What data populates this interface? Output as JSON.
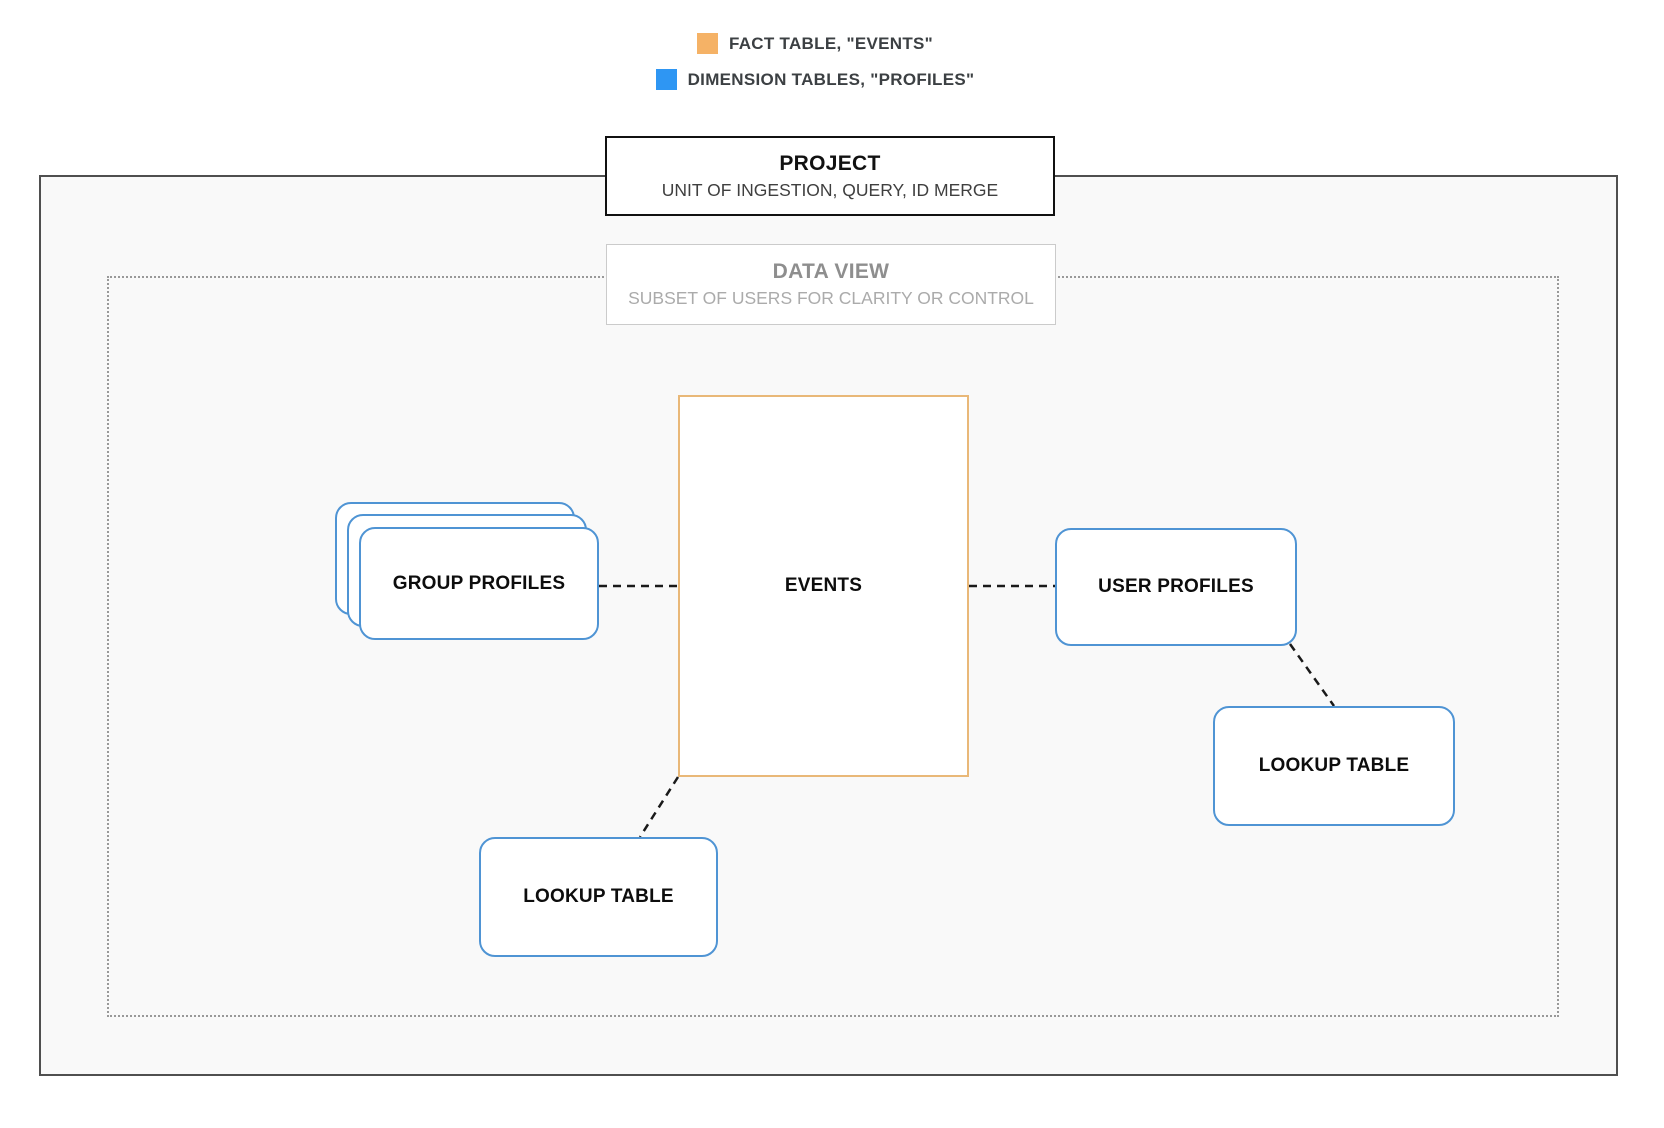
{
  "legend": {
    "items": [
      {
        "id": "fact-table",
        "label": "FACT TABLE, \"EVENTS\"",
        "swatch_color": "#f5b266"
      },
      {
        "id": "dimension-tables",
        "label": "DIMENSION TABLES, \"PROFILES\"",
        "swatch_color": "#2e96f3"
      }
    ]
  },
  "project": {
    "title": "PROJECT",
    "subtitle": "UNIT OF INGESTION, QUERY, ID MERGE"
  },
  "data_view": {
    "title": "DATA VIEW",
    "subtitle": "SUBSET OF USERS FOR CLARITY OR CONTROL"
  },
  "nodes": {
    "events": {
      "label": "EVENTS",
      "type": "fact-table"
    },
    "group_profiles": {
      "label": "GROUP PROFILES",
      "type": "dimension-table",
      "stacked": true
    },
    "user_profiles": {
      "label": "USER PROFILES",
      "type": "dimension-table"
    },
    "lookup_left": {
      "label": "LOOKUP TABLE",
      "type": "dimension-table"
    },
    "lookup_right": {
      "label": "LOOKUP TABLE",
      "type": "dimension-table"
    }
  },
  "connections": [
    {
      "from": "group_profiles",
      "to": "events",
      "style": "dashed"
    },
    {
      "from": "events",
      "to": "user_profiles",
      "style": "dashed"
    },
    {
      "from": "user_profiles",
      "to": "lookup_right",
      "style": "dashed"
    },
    {
      "from": "events",
      "to": "lookup_left",
      "style": "dashed"
    }
  ],
  "colors": {
    "fact_orange": "#f5b266",
    "dimension_blue": "#2e96f3",
    "events_border": "#e9b878",
    "profile_border": "#4f94d4",
    "outer_border": "#4f4f4f",
    "project_border": "#111111",
    "dotted_border": "#999999",
    "dataview_border": "#cbcbcb",
    "connector": "#1a1a1a",
    "canvas_bg": "#f9f9f9",
    "title_gray": "#8e8e8e",
    "subtitle_gray": "#ababab"
  }
}
